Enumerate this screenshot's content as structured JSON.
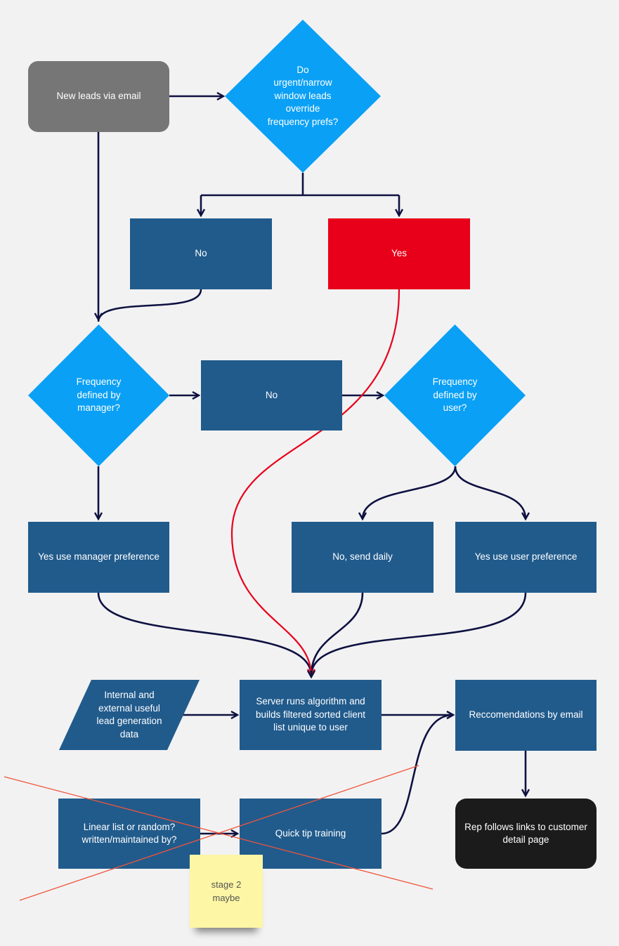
{
  "nodes": {
    "new_leads": "New leads via email",
    "override_question": "Do\nurgent/narrow\nwindow leads\noverride\nfrequency prefs?",
    "override_no": "No",
    "override_yes": "Yes",
    "manager_question": "Frequency\ndefined by\nmanager?",
    "manager_no": "No",
    "user_question": "Frequency\ndefined by\nuser?",
    "use_manager_pref": "Yes use manager preference",
    "send_daily": "No,  send daily",
    "use_user_pref": "Yes use user preference",
    "external_data": "Internal and\nexternal useful\nlead generation\ndata",
    "server_algorithm": "Server runs algorithm and\nbuilds filtered sorted client\nlist unique to user",
    "recommendations": "Reccomendations by email",
    "linear_list": "Linear list or random?\nwritten/maintained by?",
    "quick_tip": "Quick tip training",
    "rep_follows": "Rep follows links to customer\ndetail page"
  },
  "sticky_note": "stage 2\nmaybe",
  "colors": {
    "background": "#f2f2f3",
    "process": "#215b8c",
    "decision": "#0aa0f5",
    "start": "#767676",
    "yes_highlight": "#e8001a",
    "end": "#1b1b1b",
    "connector": "#0e1140",
    "red_connector": "#e8001a",
    "strike_line": "#f0553a",
    "sticky": "#fdf6a4"
  }
}
